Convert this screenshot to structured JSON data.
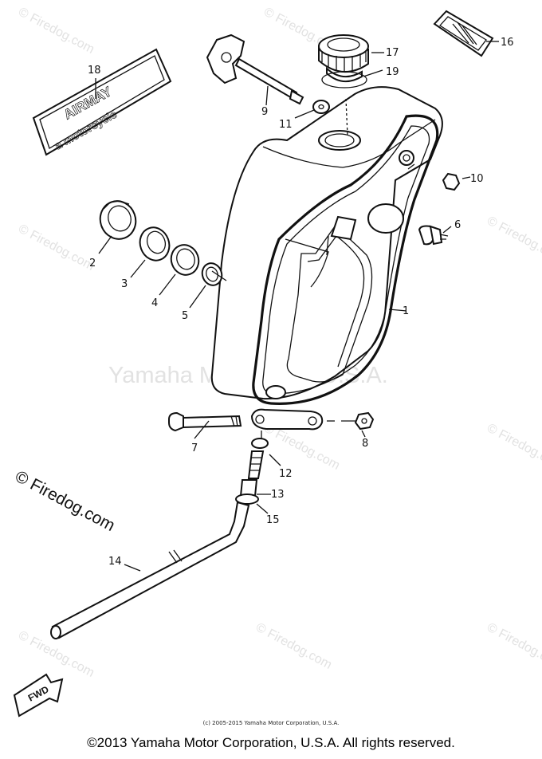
{
  "watermark_center": "Yamaha Motor Corp U.S.A.",
  "watermark_tile": "© Firedog.com",
  "credit": "© Firedog.com",
  "decal_text": [
    "AIRMAY",
    "a motorcycle"
  ],
  "fwd_label": "FWD",
  "small_copyright": "(c) 2005-2015 Yamaha Motor Corporation, U.S.A.",
  "footer": "©2013 Yamaha Motor Corporation, U.S.A. All rights reserved.",
  "callouts": {
    "c1": "1",
    "c2": "2",
    "c3": "3",
    "c4": "4",
    "c5": "5",
    "c6": "6",
    "c7": "7",
    "c8": "8",
    "c9": "9",
    "c10": "10",
    "c11": "11",
    "c12": "12",
    "c13": "13",
    "c14": "14",
    "c15": "15",
    "c16": "16",
    "c17": "17",
    "c18": "18",
    "c19": "19"
  }
}
